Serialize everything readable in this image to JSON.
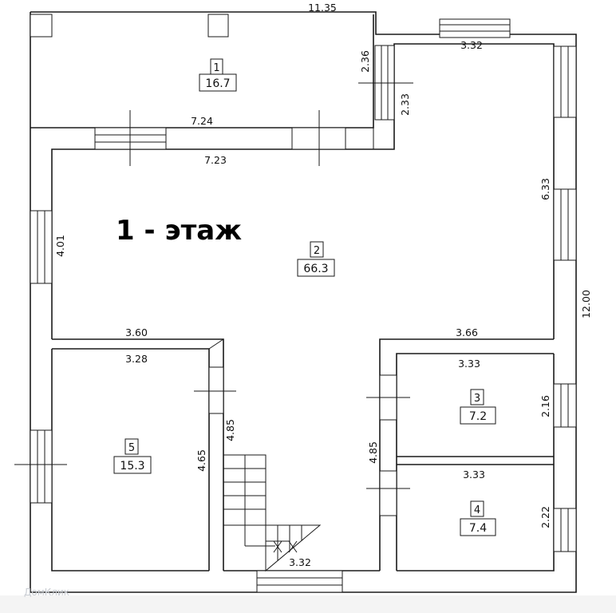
{
  "floor_title": "1 - этаж",
  "watermark": "ДомКлик",
  "rooms": [
    {
      "num": "1",
      "area": "16.7"
    },
    {
      "num": "2",
      "area": "66.3"
    },
    {
      "num": "3",
      "area": "7.2"
    },
    {
      "num": "4",
      "area": "7.4"
    },
    {
      "num": "5",
      "area": "15.3"
    }
  ],
  "dimensions": {
    "top_total": "11.35",
    "terrace_top_right": "3.32",
    "terrace_right_vertical": "2.36",
    "hall_upper_vertical": "2.33",
    "terrace_bottom": "7.24",
    "hall_top": "7.23",
    "right_upper_vertical": "6.33",
    "total_vertical": "12.00",
    "left_vertical": "4.01",
    "room5_outer_top": "3.60",
    "room5_inner_top": "3.28",
    "room5_vertical": "4.65",
    "corridor_vertical_left": "4.85",
    "room3_outer_top": "3.66",
    "room3_top": "3.33",
    "room3_vertical": "2.16",
    "room4_top": "3.33",
    "room4_vertical": "2.22",
    "corridor_vertical_right": "4.85",
    "stairs_bottom": "3.32"
  }
}
